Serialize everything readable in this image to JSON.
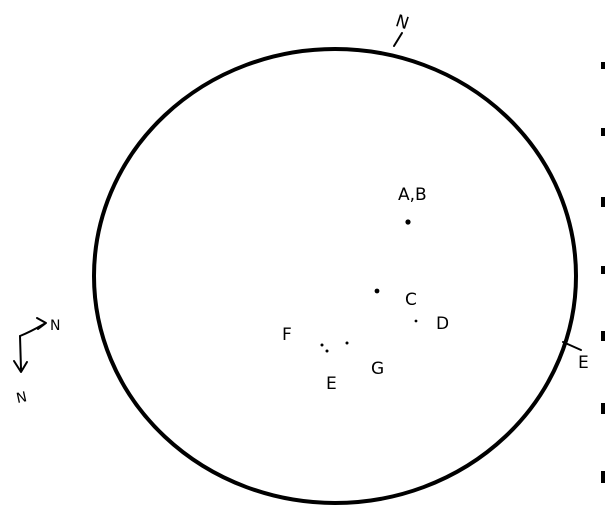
{
  "disk": {
    "north_label": "N",
    "east_label": "E"
  },
  "spots": {
    "ab": "A,B",
    "c": "C",
    "d": "D",
    "e": "E",
    "f": "F",
    "g": "G"
  },
  "compass": {
    "right_label": "N",
    "down_label": "N"
  }
}
